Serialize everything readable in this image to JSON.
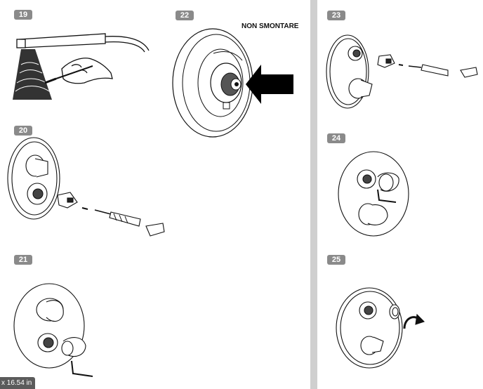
{
  "document": {
    "title": "Shower mixer installation steps",
    "colors": {
      "page": "#ffffff",
      "gutter": "#cfcfcf",
      "badge": "#8a8a8a",
      "ink": "#111111"
    },
    "steps": [
      {
        "number": "19"
      },
      {
        "number": "20"
      },
      {
        "number": "21"
      },
      {
        "number": "22",
        "note": "NON SMONTARE"
      },
      {
        "number": "23"
      },
      {
        "number": "24"
      },
      {
        "number": "25"
      }
    ]
  },
  "status_bar": {
    "size_text": "x 16.54 in"
  }
}
